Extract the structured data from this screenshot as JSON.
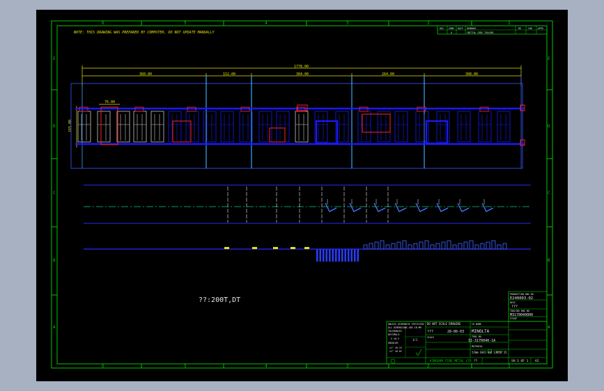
{
  "colors": {
    "background": "#a7b1c2",
    "viewport": "#000000",
    "border": "#00cc00",
    "strip": "#1a1aff",
    "highlight": "#ff2020",
    "dimension": "#e6e600",
    "grey_parts": "#c8c8c8",
    "station_divider": "#3aa6ff"
  },
  "note": "NOTE: THIS DRAWING WAS PREPARED BY COMPUTER, DO NOT UPDATE MANUALLY",
  "zone_numbers_top": [
    "6",
    "5",
    "4",
    "3",
    "2",
    "1"
  ],
  "zone_numbers_bottom": [
    "6",
    "5",
    "4",
    "3",
    "2",
    "1"
  ],
  "zone_letters": [
    "E",
    "D",
    "C",
    "B",
    "A"
  ],
  "revision_block": {
    "headers": [
      "REV",
      "ZONE",
      "DATE",
      "REMARKS",
      "DR",
      "CHK",
      "APPD"
    ],
    "row": [
      "",
      "A",
      "",
      "INITIAL CODE TOOLING",
      "",
      "",
      ""
    ]
  },
  "dimensions": {
    "overall": "1778.00",
    "sections": [
      "360.00",
      "152.00",
      "304.00",
      "264.00",
      "308.00"
    ],
    "sub": "76.00",
    "height": "165.00"
  },
  "centre_label": "??:200T,DT",
  "title_block": {
    "general_notes": [
      "UNLESS OTHERWISE SPECIFIED",
      "ALL DIMENSIONS ARE IN MM",
      "TOLERANCES",
      "DECIMALS:",
      "X ±0.5",
      "ANGULAR:",
      "±1° ±0.15",
      "±1° ±0.02"
    ],
    "do_not_scale": "DO NOT SCALE DRAWING",
    "drawn_by": "???",
    "date": "28-06-03",
    "customer_label": "CU NAME",
    "customer": "MINOLTA",
    "tool_no_label": "TOOL NO",
    "tool_no": "I1-3170040-1A",
    "material_label": "MATERIAL",
    "material": "t2mm SECC-KX 13010 15",
    "part_no_label": "PRODUCTION DWG NO",
    "part_no": "E240003-02",
    "desc_label": "DESC.",
    "description": "???",
    "drawing_no_label": "TOOLING DWG NO",
    "drawing_no": "M3170040000",
    "stage_label": "STAGE",
    "stage": "??",
    "scale_label": "SCALE",
    "scale": "1/1",
    "sheet": "SH 1 OF 1",
    "size": "A2",
    "company": "KINGDOM FINE METAL LTD"
  }
}
